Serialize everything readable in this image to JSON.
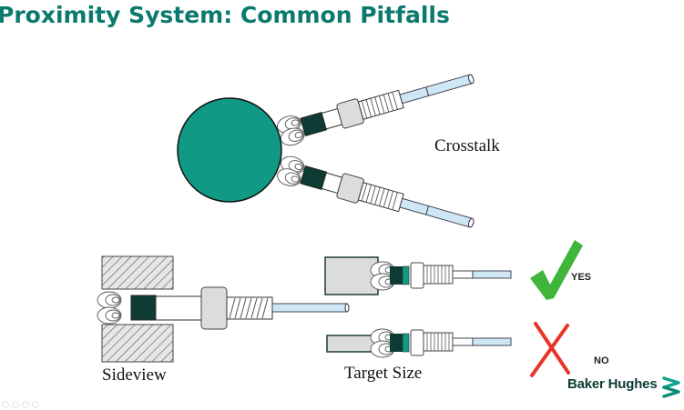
{
  "slide": {
    "title": "Proximity System: Common Pitfalls",
    "labels": {
      "crosstalk": "Crosstalk",
      "sideview": "Sideview",
      "target_size": "Target Size",
      "yes": "YES",
      "no": "NO"
    },
    "brand": {
      "name": "Baker Hughes",
      "logo_icon": "baker-hughes-chevron-logo"
    },
    "icons": {
      "yes_icon": "green-checkmark",
      "no_icon": "red-x-mark"
    },
    "colors": {
      "title": "#0b7a6e",
      "target_teal": "#109a85",
      "sensor_tip": "#0e3b34",
      "check_green": "#3fb53a",
      "x_red": "#e8342a",
      "cable_blue": "#cfe6f5",
      "nut_gray": "#dcdcdc",
      "brand_dark": "#0c3b35",
      "brand_teal": "#12a58d"
    }
  }
}
